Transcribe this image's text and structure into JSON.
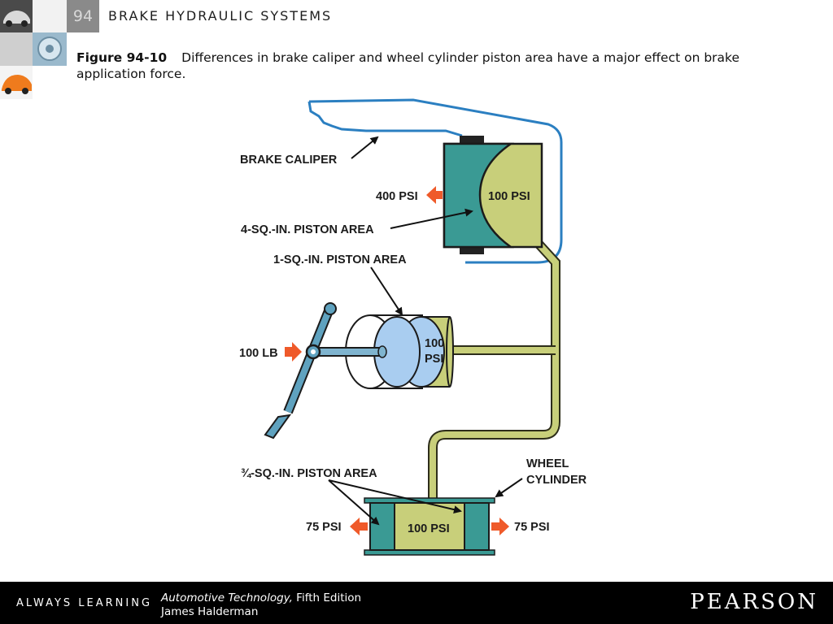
{
  "header": {
    "chapter_number": "94",
    "chapter_title": "BRAKE HYDRAULIC SYSTEMS"
  },
  "caption": {
    "figure_label": "Figure 94-10",
    "text": "Differences in brake caliper and wheel cylinder piston area have a major effect on brake application force."
  },
  "diagram": {
    "labels": {
      "brake_caliper": "BRAKE CALIPER",
      "caliper_output": "400 PSI",
      "caliper_pressure": "100 PSI",
      "caliper_area": "4-SQ.-IN. PISTON AREA",
      "master_area": "1-SQ.-IN. PISTON AREA",
      "pedal_force": "100 LB",
      "master_pressure_1": "100",
      "master_pressure_2": "PSI",
      "wheel_area": "¾-SQ.-IN. PISTON AREA",
      "wheel_cyl_1": "WHEEL",
      "wheel_cyl_2": "CYLINDER",
      "wheel_left": "75 PSI",
      "wheel_pressure": "100 PSI",
      "wheel_right": "75 PSI"
    },
    "colors": {
      "fluid": "#c8cf7a",
      "caliper": "#3a9a94",
      "master": "#a9cdf0",
      "arrow": "#ef5a2a",
      "line": "#2b7fc1"
    }
  },
  "footer": {
    "tagline": "ALWAYS LEARNING",
    "book_title": "Automotive Technology,",
    "edition": "Fifth Edition",
    "author": "James Halderman",
    "publisher": "PEARSON"
  }
}
